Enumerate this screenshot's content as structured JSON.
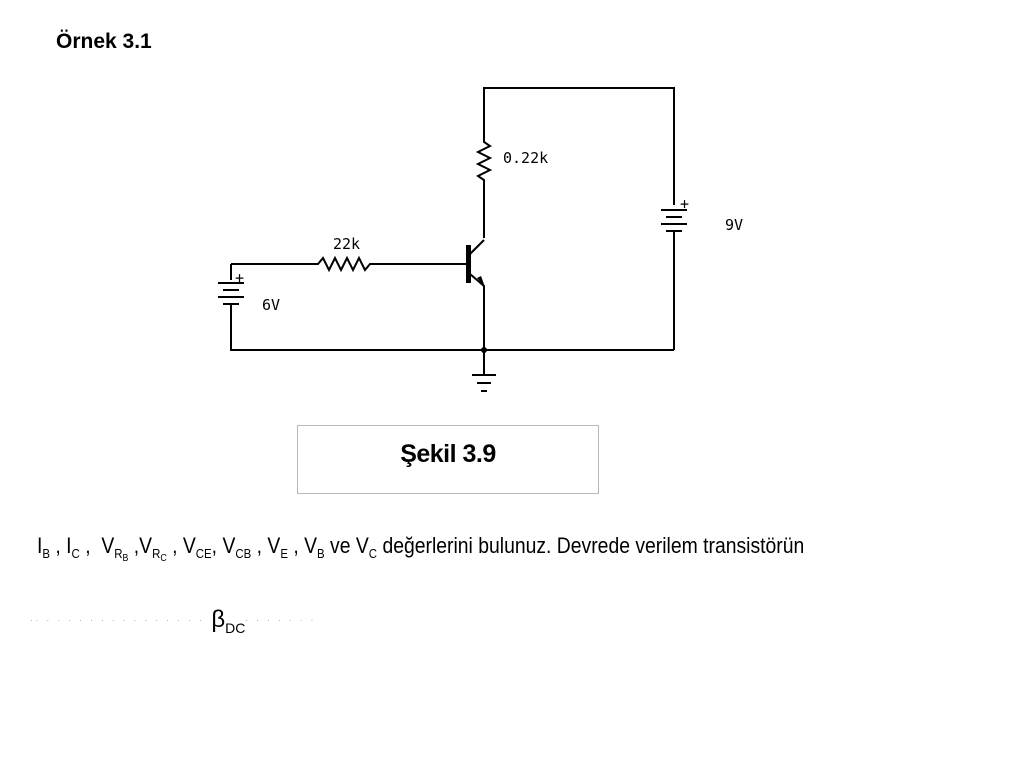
{
  "example_title": "Örnek 3.1",
  "circuit": {
    "rc_label": "0.22k",
    "rb_label": "22k",
    "vcc_label": "9V",
    "vbb_label": "6V",
    "plus_sign": "+"
  },
  "figure_caption": "Şekil 3.9",
  "question": {
    "ib": "I",
    "ib_sub": "B",
    "ic": "I",
    "ic_sub": "C",
    "vrb": "V",
    "vrb_sub": "R",
    "vrb_subsub": "B",
    "vrc": "V",
    "vrc_sub": "R",
    "vrc_subsub": "C",
    "vce": "V",
    "vce_sub": "CE",
    "vcb": "V",
    "vcb_sub": "CB",
    "ve": "V",
    "ve_sub": "E",
    "vb": "V",
    "vb_sub": "B",
    "vc_prefix": "ve V",
    "vc_sub": "C",
    "tail": "değerlerini bulunuz. Devrede verilem transistörün"
  },
  "beta": {
    "symbol": "β",
    "sub": "DC"
  }
}
